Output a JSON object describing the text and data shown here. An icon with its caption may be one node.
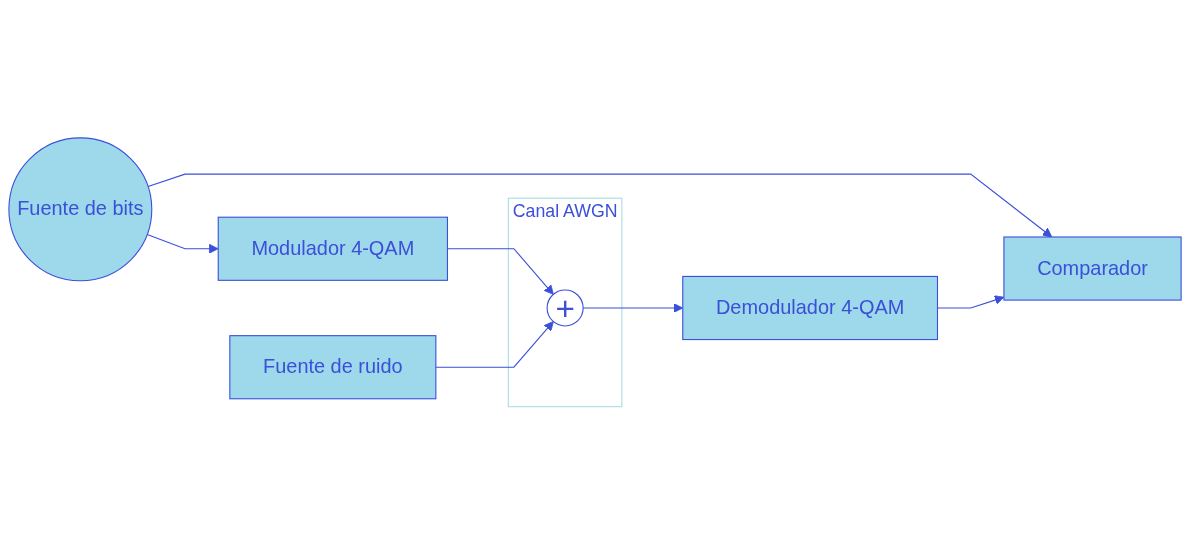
{
  "diagram": {
    "nodes": [
      {
        "text": [
          "Fuente de bits"
        ]
      },
      {
        "text": [
          "Modulador 4-QAM"
        ]
      },
      {
        "text": [
          "Canal AWGN"
        ]
      },
      {
        "text": [
          "+"
        ],
        "in": 2
      },
      {
        "text": [
          "Demodulador 4-QAM"
        ]
      },
      {
        "text": [
          "Fuente de ruido"
        ]
      },
      {
        "text": [
          "Comparador"
        ]
      }
    ],
    "edges": [
      {
        "from": 0,
        "to": 1,
        "arrow": "to"
      },
      {
        "from": 0,
        "to": 6,
        "arrow": "to"
      },
      {
        "from": 1,
        "to": 3,
        "arrow": "to"
      },
      {
        "from": 5,
        "to": 3,
        "arrow": "to"
      },
      {
        "from": 3,
        "to": 4,
        "arrow": "to"
      },
      {
        "from": 4,
        "to": 6,
        "arrow": "to"
      }
    ]
  }
}
